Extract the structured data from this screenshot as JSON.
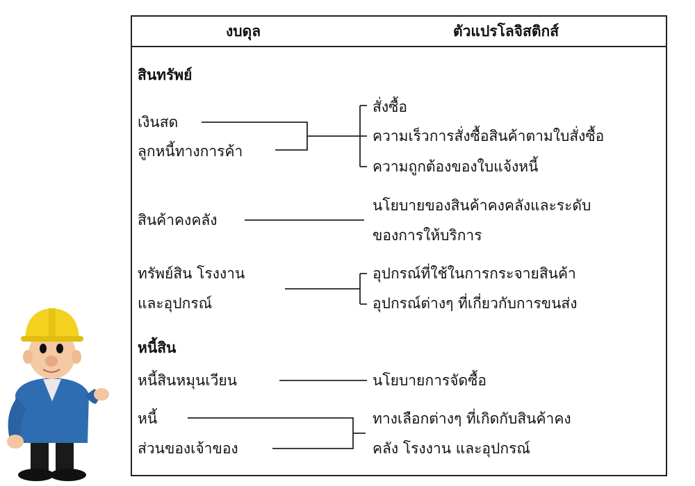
{
  "header": {
    "left": "งบดุล",
    "right": "ตัวแปรโลจิสติกส์"
  },
  "assets": {
    "title": "สินทรัพย์",
    "cash": "เงินสด",
    "receivables": "ลูกหนี้ทางการค้า",
    "cash_vars": [
      "สั่งซื้อ",
      "ความเร็วการสั่งซื้อสินค้าตามใบสั่งซื้อ",
      "ความถูกต้องของใบแจ้งหนี้"
    ],
    "inventory": "สินค้าคงคลัง",
    "inventory_var_line1": "นโยบายของสินค้าคงคลังและระดับ",
    "inventory_var_line2": "ของการให้บริการ",
    "plant_line1": "ทรัพย์สิน โรงงาน",
    "plant_line2": "และอุปกรณ์",
    "plant_vars": [
      "อุปกรณ์ที่ใช้ในการกระจายสินค้า",
      "อุปกรณ์ต่างๆ ที่เกี่ยวกับการขนส่ง"
    ]
  },
  "liabilities": {
    "title": "หนี้สิน",
    "current": "หนี้สินหมุนเวียน",
    "current_var": "นโยบายการจัดซื้อ",
    "debt": "หนี้",
    "equity": "ส่วนของเจ้าของ",
    "debt_var_line1": "ทางเลือกต่างๆ ที่เกิดกับสินค้าคง",
    "debt_var_line2": "คลัง โรงงาน และอุปกรณ์"
  }
}
